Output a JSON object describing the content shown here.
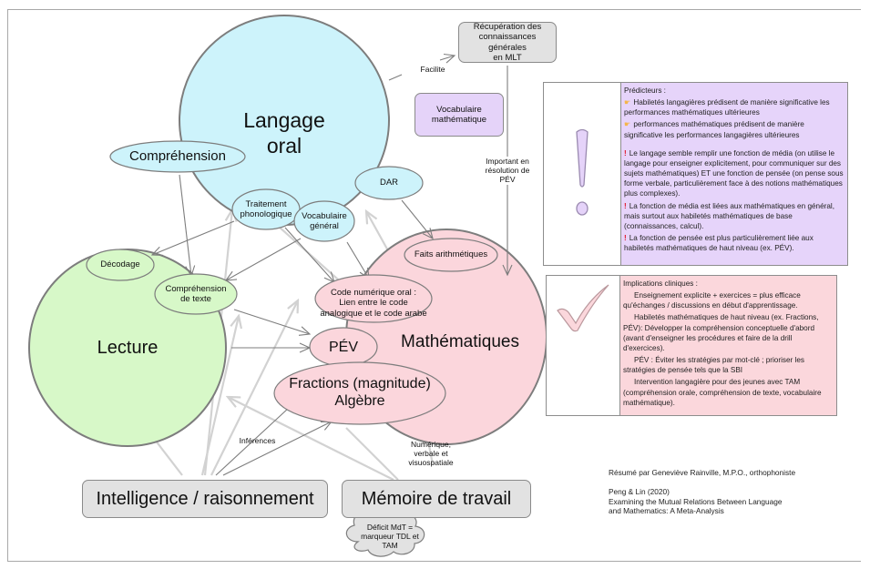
{
  "colors": {
    "langage": "#cdf3fb",
    "lecture": "#d7f8c8",
    "maths": "#fbd6dc",
    "vocab_math": "#e5d3f9",
    "gray_box": "#e2e2e2",
    "predicteurs_bg": "#e6d4fa",
    "implications_bg": "#fbd7dc",
    "stroke": "#7d7d7d",
    "arrow_dark": "#7d7d7d",
    "arrow_light": "#d2d2d2"
  },
  "nodes": {
    "langage_oral": "Langage oral",
    "comprehension": "Compréhension",
    "traitement_phonologique": "Traitement\nphonologique",
    "vocabulaire_general": "Vocabulaire\ngénéral",
    "dar": "DAR",
    "lecture": "Lecture",
    "decodage": "Décodage",
    "comprehension_texte": "Compréhension\nde texte",
    "mathematiques": "Mathématiques",
    "faits_arithmetiques": "Faits arithmétiques",
    "code_numerique": "Code numérique oral :\nLien entre le code\nanalogique et le code arabe",
    "pev": "PÉV",
    "fractions": "Fractions (magnitude)\nAlgèbre",
    "recuperation": "Récupération des\nconnaissances générales\nen MLT",
    "vocabulaire_math": "Vocabulaire\nmathématique",
    "intelligence": "Intelligence / raisonnement",
    "memoire": "Mémoire de travail",
    "deficit_mdt": "Déficit MdT =\nmarqueur TDL et\nTAM"
  },
  "edge_labels": {
    "facilite": "Facilite",
    "important_pev": "Important en\nrésolution de\nPÉV",
    "inferences": "Inférences",
    "numerique_verbale": "Numérique,\nverbale et\nvisuospatiale"
  },
  "predicteurs": {
    "icon": "exclamation-icon",
    "title": "Prédicteurs :",
    "points": [
      "Habiletés langagières prédisent de manière significative les performances mathématiques ultérieures",
      "performances mathématiques prédisent de manière significative les performances langagières ultérieures"
    ],
    "notes": [
      "Le langage semble remplir une fonction de média (on utilise le langage pour enseigner explicitement, pour communiquer sur des sujets mathématiques) ET une fonction de pensée (on pense sous forme verbale, particulièrement face à des notions mathématiques plus complexes).",
      "La fonction de média est liées aux mathématiques en général, mais surtout aux habiletés mathématiques de base (connaissances, calcul).",
      "La fonction de pensée est plus particulièrement liée aux habiletés mathématiques de haut niveau (ex. PÉV)."
    ]
  },
  "implications": {
    "icon": "checkmark-icon",
    "title": "Implications cliniques :",
    "items": [
      "Enseignement explicite + exercices = plus efficace qu'échanges / discussions en début d'apprentissage.",
      "Habiletés mathématiques de haut niveau (ex. Fractions, PÉV): Développer la compréhension conceptuelle d'abord (avant d'enseigner les procédures et faire de la drill d'exercices).",
      "PÉV : Éviter les stratégies par mot-clé ; prioriser les stratégies de pensée tels que la SBI",
      "Intervention langagière pour des jeunes avec TAM (compréhension orale, compréhension de texte, vocabulaire mathématique)."
    ]
  },
  "credits": {
    "author": "Résumé par Geneviève Rainville, M.P.O., orthophoniste",
    "reference_line1": "Peng & Lin (2020)",
    "reference_line2": "Examining the Mutual Relations Between Language",
    "reference_line3": "and Mathematics: A Meta-Analysis"
  }
}
